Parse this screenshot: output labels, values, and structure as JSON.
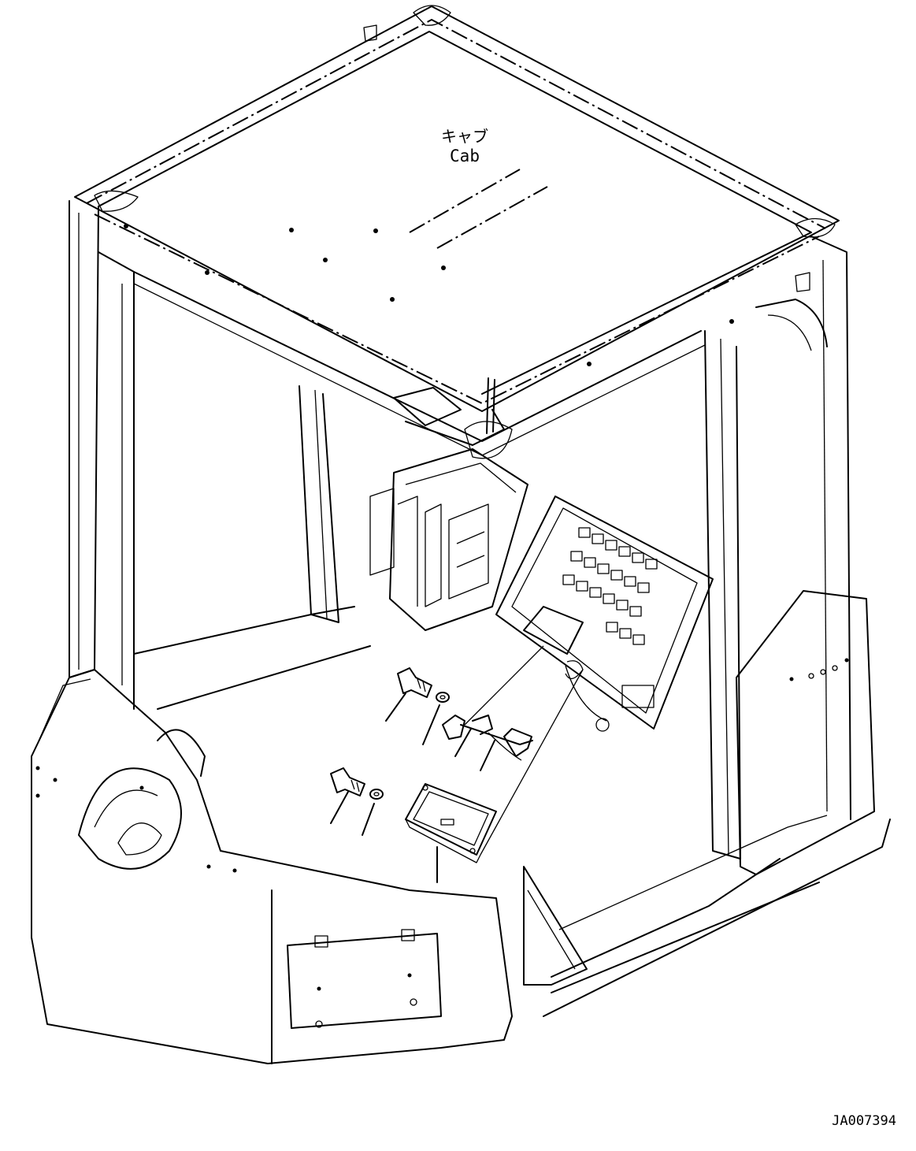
{
  "title_jp": "キャブ",
  "title_en": "Cab",
  "drawing_code": "JA007394"
}
